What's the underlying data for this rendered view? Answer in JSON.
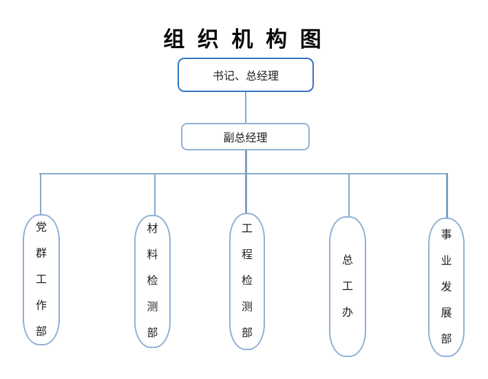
{
  "title": "组 织 机 构 图",
  "nodes": {
    "top": {
      "label": "书记、总经理"
    },
    "middle": {
      "label": "副总经理"
    }
  },
  "departments": [
    {
      "label": "党群工作部"
    },
    {
      "label": "材料检测部"
    },
    {
      "label": "工程检测部"
    },
    {
      "label": "总工办"
    },
    {
      "label": "事业发展部"
    }
  ],
  "colors": {
    "top_box_border": "#2f72c4",
    "secondary_border": "#8fafd4",
    "connector": "#85a8cc",
    "connector_thick": "#7aa0c8",
    "text": "#1c1c1e",
    "title_color": "#050505",
    "background": "#ffffff"
  }
}
